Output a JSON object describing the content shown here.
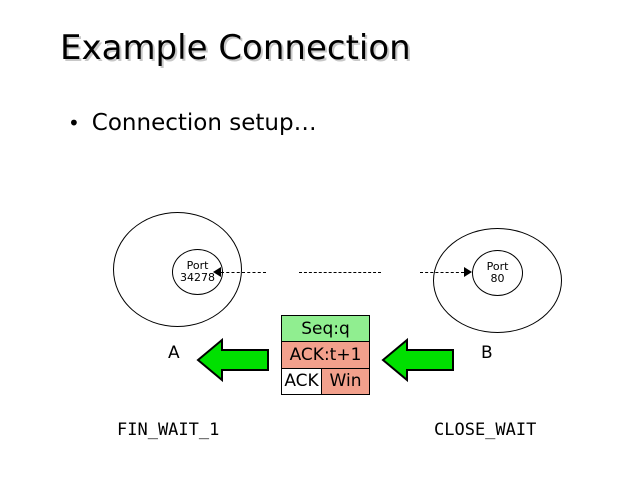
{
  "slide": {
    "title": "Example Connection",
    "bullet_marker": "•",
    "bullet_text": "Connection setup…",
    "background_color": "#ffffff",
    "title_color": "#000000",
    "title_shadow_color": "#c8c8c8"
  },
  "hosts": [
    {
      "letter": "A",
      "port_label": "Port",
      "port_value": "34278",
      "state": "FIN_WAIT_1"
    },
    {
      "letter": "B",
      "port_label": "Port",
      "port_value": "80",
      "state": "CLOSE_WAIT"
    }
  ],
  "packet": {
    "rows": [
      {
        "name": "seq",
        "text": "Seq:q",
        "color": "#90ee90"
      },
      {
        "name": "ack",
        "text": "ACK:t+1",
        "color": "#f2a08c"
      }
    ],
    "flags_row": {
      "ack_text": "ACK",
      "ack_color": "#ffffff",
      "win_text": "Win",
      "win_color": "#f2a08c"
    }
  },
  "arrows": {
    "fill_color": "#00e000",
    "stroke_color": "#000000",
    "direction": "left",
    "left_arrow_name": "packet-flow-arrow-to-a",
    "right_arrow_name": "packet-flow-arrow-from-b"
  },
  "connector": {
    "style": "dashed",
    "color": "#000000"
  }
}
